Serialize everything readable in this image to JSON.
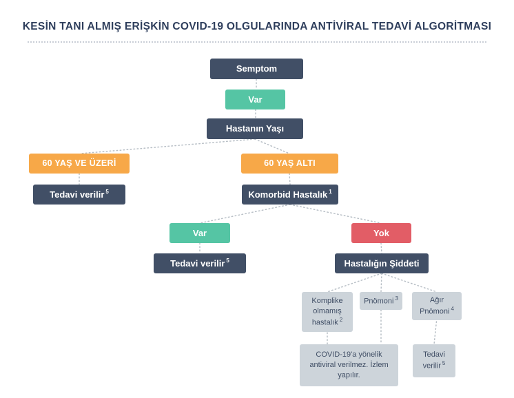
{
  "title": "KESİN TANI ALMIŞ ERİŞKİN COVID-19 OLGULARINDA ANTİVİRAL TEDAVİ ALGORİTMASI",
  "colors": {
    "title_text": "#2e3e5c",
    "dark_box": "#414f66",
    "teal_box": "#55c5a4",
    "orange_box": "#f7a848",
    "red_box": "#e25d66",
    "gray_box": "#cdd4da",
    "connector": "#b8bfc6"
  },
  "nodes": {
    "semptom": {
      "label": "Semptom"
    },
    "var_1": {
      "label": "Var"
    },
    "hastanin_yasi": {
      "label": "Hastanın Yaşı"
    },
    "yas_60_ve_uzeri": {
      "label": "60 YAŞ VE ÜZERİ"
    },
    "tedavi_verilir_1": {
      "label": "Tedavi verilir",
      "sup": "5"
    },
    "yas_60_alti": {
      "label": "60 YAŞ ALTI"
    },
    "komorbid_hastalik": {
      "label": "Komorbid Hastalık",
      "sup": "1"
    },
    "var_2": {
      "label": "Var"
    },
    "yok": {
      "label": "Yok"
    },
    "tedavi_verilir_2": {
      "label": "Tedavi verilir",
      "sup": "5"
    },
    "hastaligin_siddeti": {
      "label": "Hastalığın Şiddeti"
    },
    "komplike_olmamis_hastalik": {
      "label": "Komplike olmamış hastalık",
      "sup": "2"
    },
    "pnomoni": {
      "label": "Pnömoni",
      "sup": "3"
    },
    "agir_pnomoni": {
      "label": "Ağır Pnömoni",
      "sup": "4"
    },
    "antiviral_verilmez": {
      "label": "COVID-19'a yönelik antiviral verilmez. İzlem yapılır."
    },
    "tedavi_verilir_3": {
      "label": "Tedavi verilir",
      "sup": "5"
    }
  }
}
